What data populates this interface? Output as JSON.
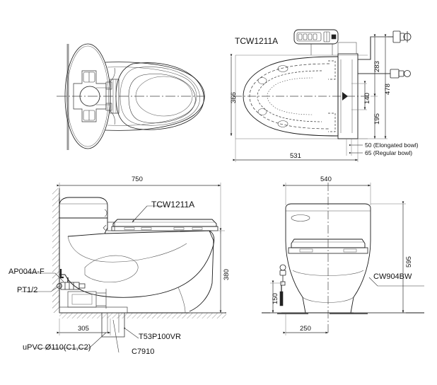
{
  "drawing": {
    "title": "TOTO Washlet TCW1211A / CW904BW installation drawing",
    "background_color": "#ffffff",
    "line_color": "#1a1a1a",
    "hatch_color": "#555555"
  },
  "views": {
    "top_left": {
      "name": "plan-view-seat-bracket",
      "labels": []
    },
    "top_right": {
      "name": "plan-view-washlet",
      "part_label": "TCW1211A",
      "dimensions": {
        "width_left": "366",
        "length_bottom": "531",
        "right_upper": "283",
        "right_total": "478",
        "right_lower": "195",
        "inner_small": "140"
      },
      "notes": [
        "50 (Elongated bowl)",
        "65 (Regular bowl)"
      ]
    },
    "bottom_left": {
      "name": "side-elevation-view",
      "dimensions": {
        "overall_depth": "750",
        "seat_height": "380",
        "outlet_offset": "305"
      },
      "callouts": [
        "TCW1211A",
        "AP004A-F",
        "PT1/2",
        "uPVC Ø110(C1,C2)",
        "T53P100VR",
        "C7910"
      ]
    },
    "bottom_right": {
      "name": "front-elevation-view",
      "dimensions": {
        "overall_width": "540",
        "overall_height": "595",
        "supply_height": "150",
        "base_width": "250"
      },
      "callouts": [
        "CW904BW"
      ]
    }
  }
}
